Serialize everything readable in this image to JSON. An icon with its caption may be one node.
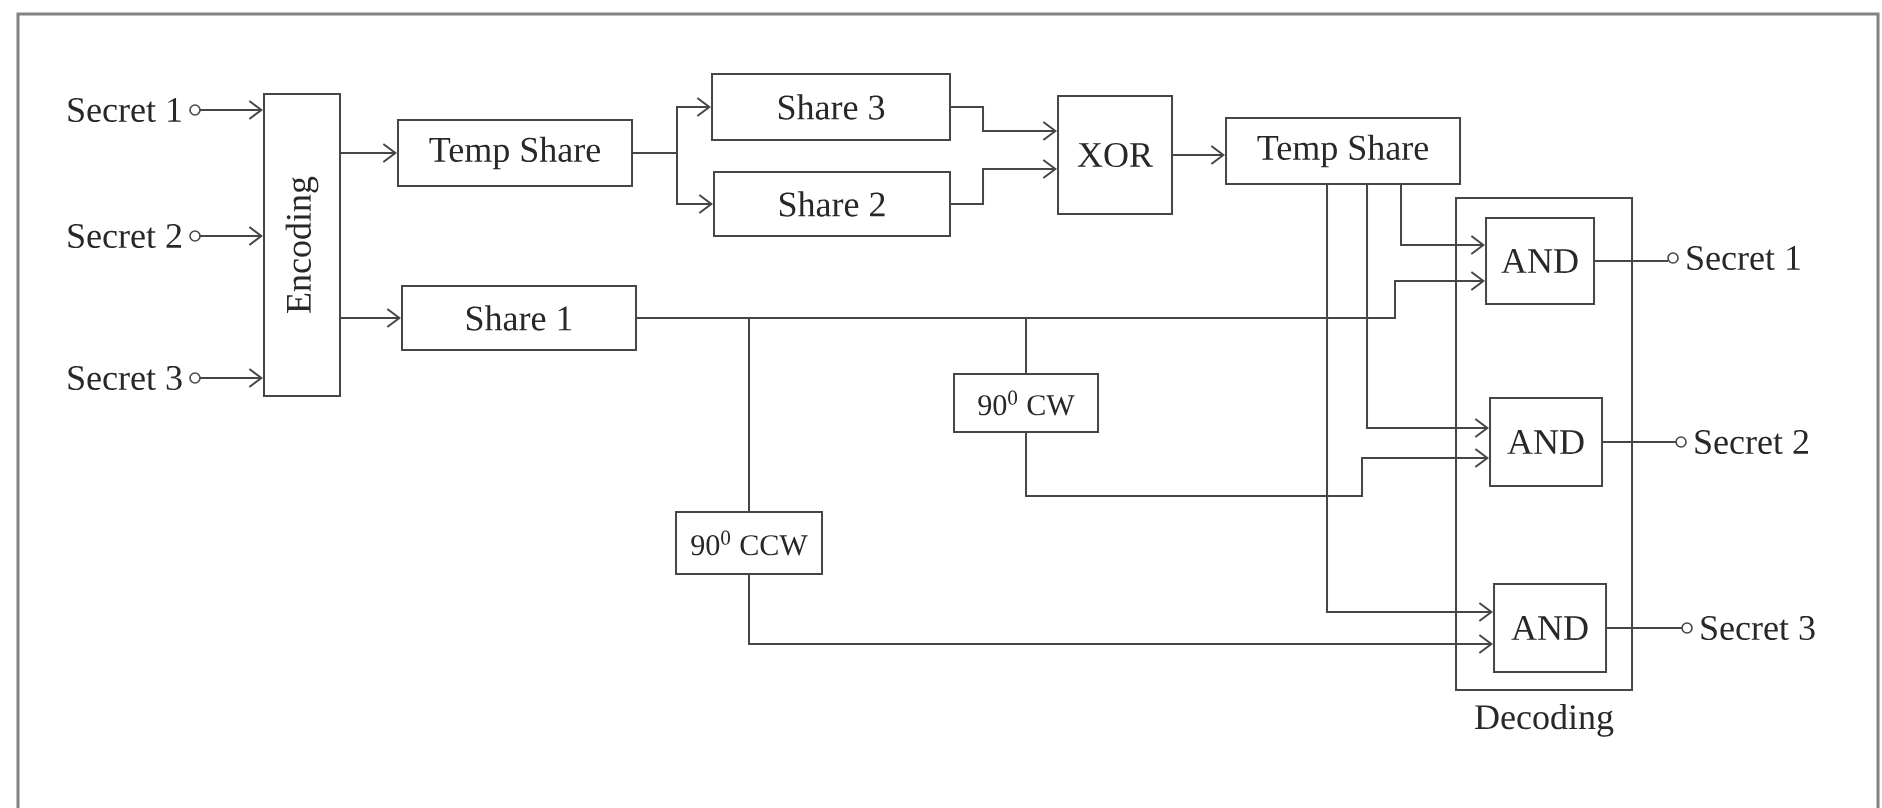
{
  "diagram": {
    "nodes": [
      {
        "text": [
          "Secret 1"
        ]
      },
      {
        "text": [
          "Secret 2"
        ]
      },
      {
        "text": [
          "Secret 3"
        ]
      },
      {
        "text": [
          "Encoding"
        ]
      },
      {
        "text": [
          "Temp Share"
        ]
      },
      {
        "text": [
          "Share 3"
        ]
      },
      {
        "text": [
          "Share 2"
        ]
      },
      {
        "text": [
          "Share 1"
        ]
      },
      {
        "text": [
          "XOR"
        ]
      },
      {
        "text": [
          "Temp Share"
        ]
      },
      {
        "text": [
          "90$^{0}$ CW"
        ]
      },
      {
        "text": [
          "90$^{0}$ CCW"
        ]
      },
      {
        "text": [
          "Decoding"
        ]
      },
      {
        "text": [
          "AND"
        ],
        "in": 12
      },
      {
        "text": [
          "AND"
        ],
        "in": 12
      },
      {
        "text": [
          "AND"
        ],
        "in": 12
      },
      {
        "text": [
          "Secret 1"
        ]
      },
      {
        "text": [
          "Secret 2"
        ]
      },
      {
        "text": [
          "Secret 3"
        ]
      }
    ],
    "edges": [
      {
        "from": 0,
        "to": 3,
        "arrow": "to"
      },
      {
        "from": 1,
        "to": 3,
        "arrow": "to"
      },
      {
        "from": 2,
        "to": 3,
        "arrow": "to"
      },
      {
        "from": 3,
        "to": 4,
        "arrow": "to"
      },
      {
        "from": 3,
        "to": 7,
        "arrow": "to"
      },
      {
        "from": 4,
        "to": 5,
        "arrow": "to"
      },
      {
        "from": 4,
        "to": 6,
        "arrow": "to"
      },
      {
        "from": 5,
        "to": 8,
        "arrow": "to"
      },
      {
        "from": 6,
        "to": 8,
        "arrow": "to"
      },
      {
        "from": 8,
        "to": 9,
        "arrow": "to"
      },
      {
        "from": 9,
        "to": 13,
        "arrow": "to"
      },
      {
        "from": 9,
        "to": 14,
        "arrow": "to"
      },
      {
        "from": 9,
        "to": 15,
        "arrow": "to"
      },
      {
        "from": 7,
        "to": 13,
        "arrow": "to"
      },
      {
        "from": 7,
        "to": 10,
        "arrow": "none"
      },
      {
        "from": 7,
        "to": 11,
        "arrow": "none"
      },
      {
        "from": 10,
        "to": 14,
        "arrow": "to"
      },
      {
        "from": 11,
        "to": 15,
        "arrow": "to"
      },
      {
        "from": 13,
        "to": 16,
        "arrow": "none"
      },
      {
        "from": 14,
        "to": 17,
        "arrow": "none"
      },
      {
        "from": 15,
        "to": 18,
        "arrow": "none"
      }
    ]
  }
}
